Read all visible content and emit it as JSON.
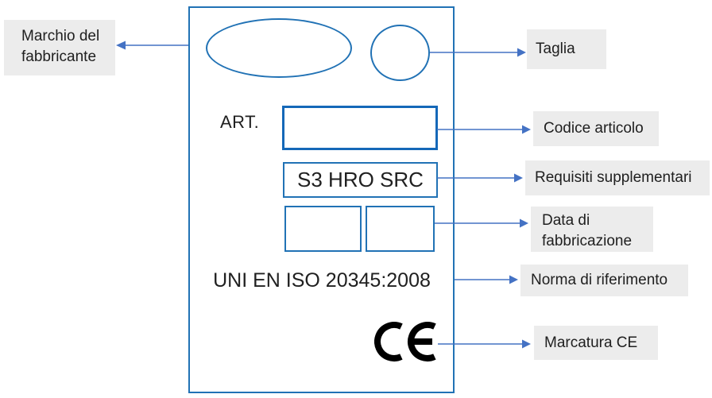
{
  "label_card": {
    "art_prefix": "ART.",
    "supplementary_marking": "S3 HRO SRC",
    "standard_text": "UNI EN ISO 20345:2008",
    "ce_icon": "ce-marking"
  },
  "callouts": {
    "manufacturer": "Marchio del fabbricante",
    "size": "Taglia",
    "article_code": "Codice articolo",
    "supplementary_requirements": "Requisiti supplementari",
    "manufacture_date": "Data di fabbricazione",
    "reference_standard": "Norma di riferimento",
    "ce_marking": "Marcatura CE"
  },
  "colors": {
    "shape_stroke": "#2172B5",
    "arrow": "#4472C4",
    "callout_background": "#ECECEC",
    "text": "#202020",
    "ce_mark": "#000000"
  }
}
